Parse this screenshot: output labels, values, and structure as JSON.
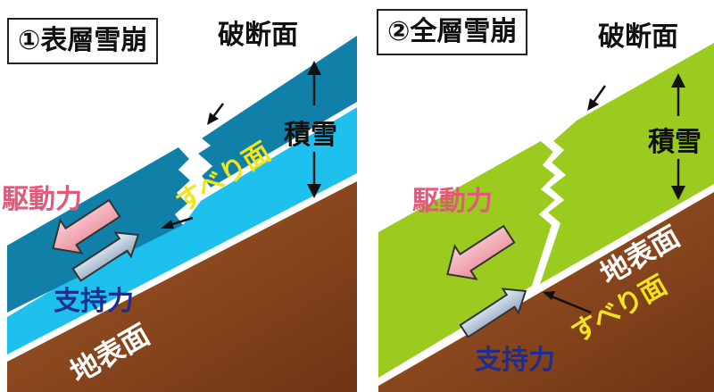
{
  "panels": [
    {
      "title": "①表層雪崩",
      "labels": {
        "fracture": "破断面",
        "snowpack": "積雪",
        "driving": "駆動力",
        "support": "支持力",
        "sliding": "すべり面",
        "ground": "地表面"
      },
      "colors": {
        "snow": "#1080a8",
        "weak_layer": "#1ec0ee",
        "ground": "#8c4820",
        "driving_arrow": "#f7a8b0",
        "support_arrow": "#c0d0e0"
      }
    },
    {
      "title": "②全層雪崩",
      "labels": {
        "fracture": "破断面",
        "snowpack": "積雪",
        "driving": "駆動力",
        "support": "支持力",
        "sliding": "すべり面",
        "ground": "地表面"
      },
      "colors": {
        "snow": "#9acb1e",
        "ground": "#8c4820",
        "driving_arrow": "#f7a8b0",
        "support_arrow": "#c0d0e0"
      }
    }
  ],
  "label_colors": {
    "driving": "#e05a7a",
    "support": "#1e2e8e",
    "sliding": "#f2e41a",
    "ground": "#ffffff",
    "annotation": "#111111"
  }
}
